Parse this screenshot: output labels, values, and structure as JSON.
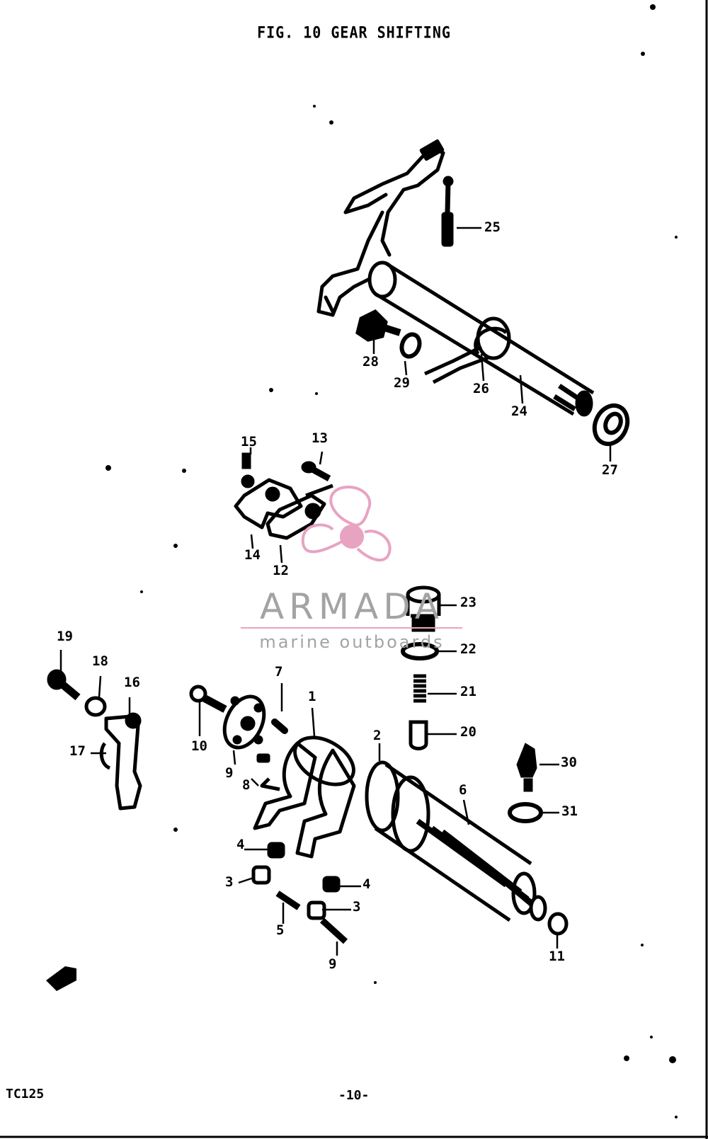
{
  "figure": {
    "title": "FIG. 10 GEAR SHIFTING"
  },
  "callouts": [
    "25",
    "28",
    "29",
    "26",
    "24",
    "27",
    "13",
    "15",
    "14",
    "12",
    "23",
    "22",
    "21",
    "20",
    "30",
    "31",
    "6",
    "2",
    "1",
    "7",
    "19",
    "18",
    "16",
    "17",
    "10",
    "9",
    "8",
    "4",
    "3",
    "4",
    "3",
    "5",
    "9",
    "11"
  ],
  "watermark": {
    "brand": "ARMADA",
    "tagline": "marine outboards",
    "accent_color": "#e8a3c2",
    "text_color": "#a3a3a3"
  },
  "footer": {
    "model_code": "TC125",
    "page_number": "-10-"
  }
}
